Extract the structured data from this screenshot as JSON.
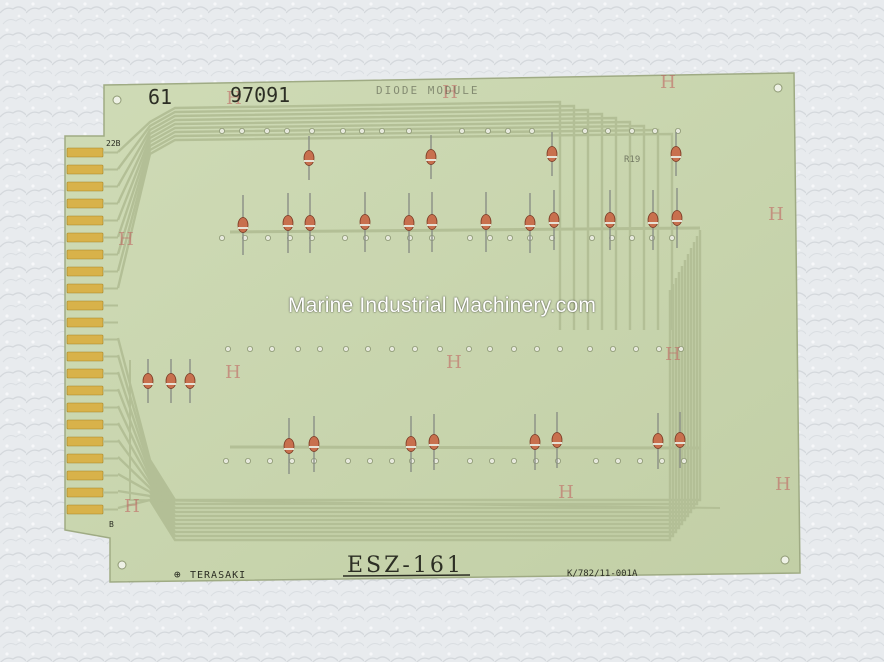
{
  "board": {
    "code_left": "61",
    "part_number": "97091",
    "board_function": "DIODE MODULE",
    "model": "ESZ-161",
    "manufacturer": "TERASAKI",
    "doc_number": "K/782/11-001A",
    "finger_label_top": "22B",
    "finger_label_bottom": "B",
    "ref_label": "R19",
    "marker_symbol": "H"
  },
  "watermark": {
    "text": "Marine Industrial Machinery.com"
  },
  "colors": {
    "board": "#c9d6b0",
    "trace": "#b9c69e",
    "gold": "#d8b24a",
    "diode_body": "#c46a4a",
    "background": "#e9ecef"
  }
}
